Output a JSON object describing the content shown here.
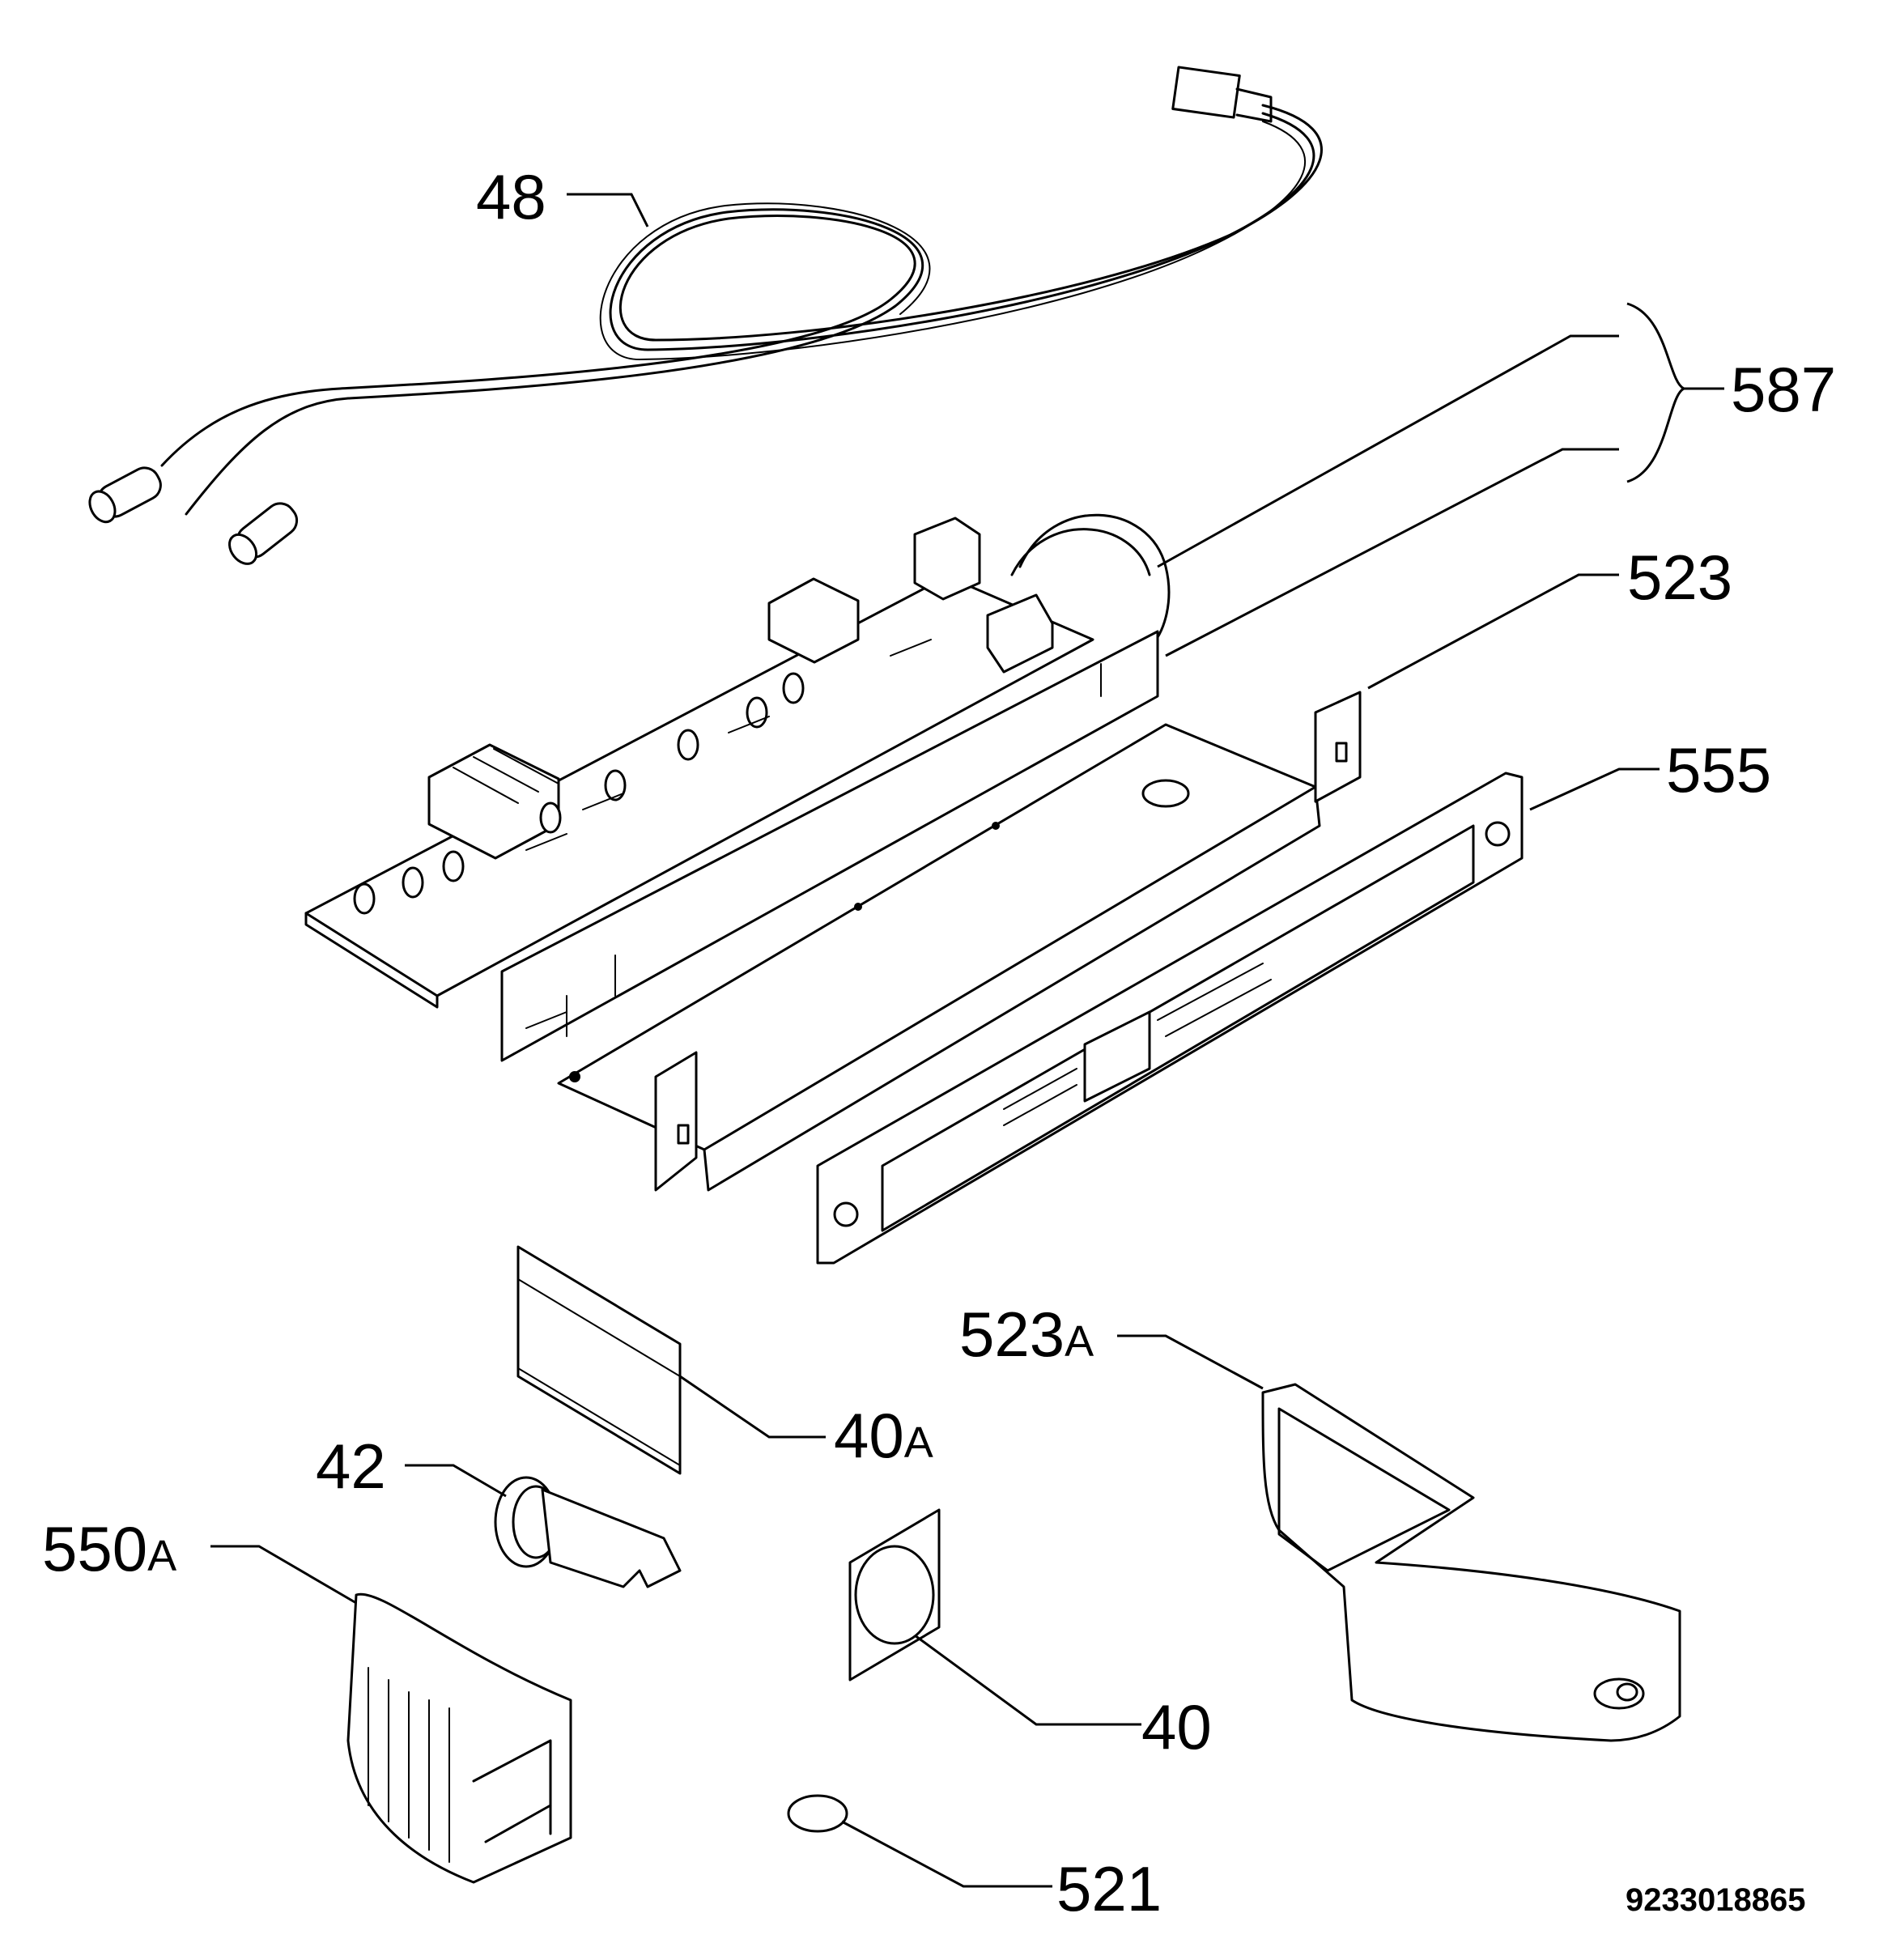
{
  "labels": {
    "l48": {
      "num": "48",
      "suffix": ""
    },
    "l587": {
      "num": "587",
      "suffix": ""
    },
    "l523": {
      "num": "523",
      "suffix": ""
    },
    "l555": {
      "num": "555",
      "suffix": ""
    },
    "l523a": {
      "num": "523",
      "suffix": "A"
    },
    "l40a": {
      "num": "40",
      "suffix": "A"
    },
    "l42": {
      "num": "42",
      "suffix": ""
    },
    "l550a": {
      "num": "550",
      "suffix": "A"
    },
    "l40": {
      "num": "40",
      "suffix": ""
    },
    "l521": {
      "num": "521",
      "suffix": ""
    }
  },
  "drawing_code": "9233018865"
}
